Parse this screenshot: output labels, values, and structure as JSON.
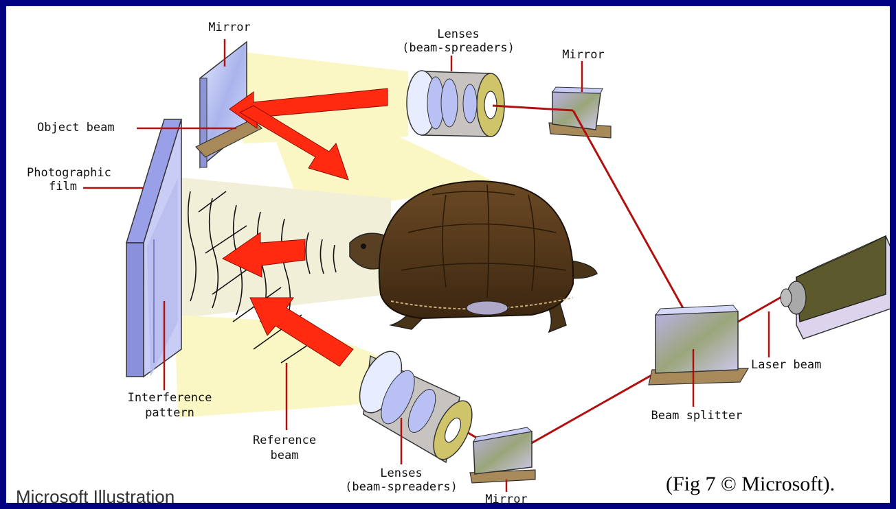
{
  "labels": {
    "mirror_top_left": "Mirror",
    "lenses_top_line1": "Lenses",
    "lenses_top_line2": "(beam-spreaders)",
    "mirror_top_right": "Mirror",
    "object_beam": "Object beam",
    "photographic_film_line1": "Photographic",
    "photographic_film_line2": "film",
    "interference_line1": "Interference",
    "interference_line2": "pattern",
    "reference_line1": "Reference",
    "reference_line2": "beam",
    "lenses_bottom_line1": "Lenses",
    "lenses_bottom_line2": "(beam-spreaders)",
    "mirror_bottom": "Mirror",
    "beam_splitter": "Beam splitter",
    "laser_beam": "Laser beam"
  },
  "credits": {
    "left": "Microsoft Illustration",
    "right": "(Fig 7 © Microsoft)."
  },
  "colors": {
    "frame": "#000080",
    "laser": "#b01010",
    "arrow": "#ff2a10",
    "light_cone": "#fbf7c4",
    "leader": "#b01010",
    "mirror_face": "#c8d0f4",
    "turtle_shell": "#5a3a1c"
  }
}
